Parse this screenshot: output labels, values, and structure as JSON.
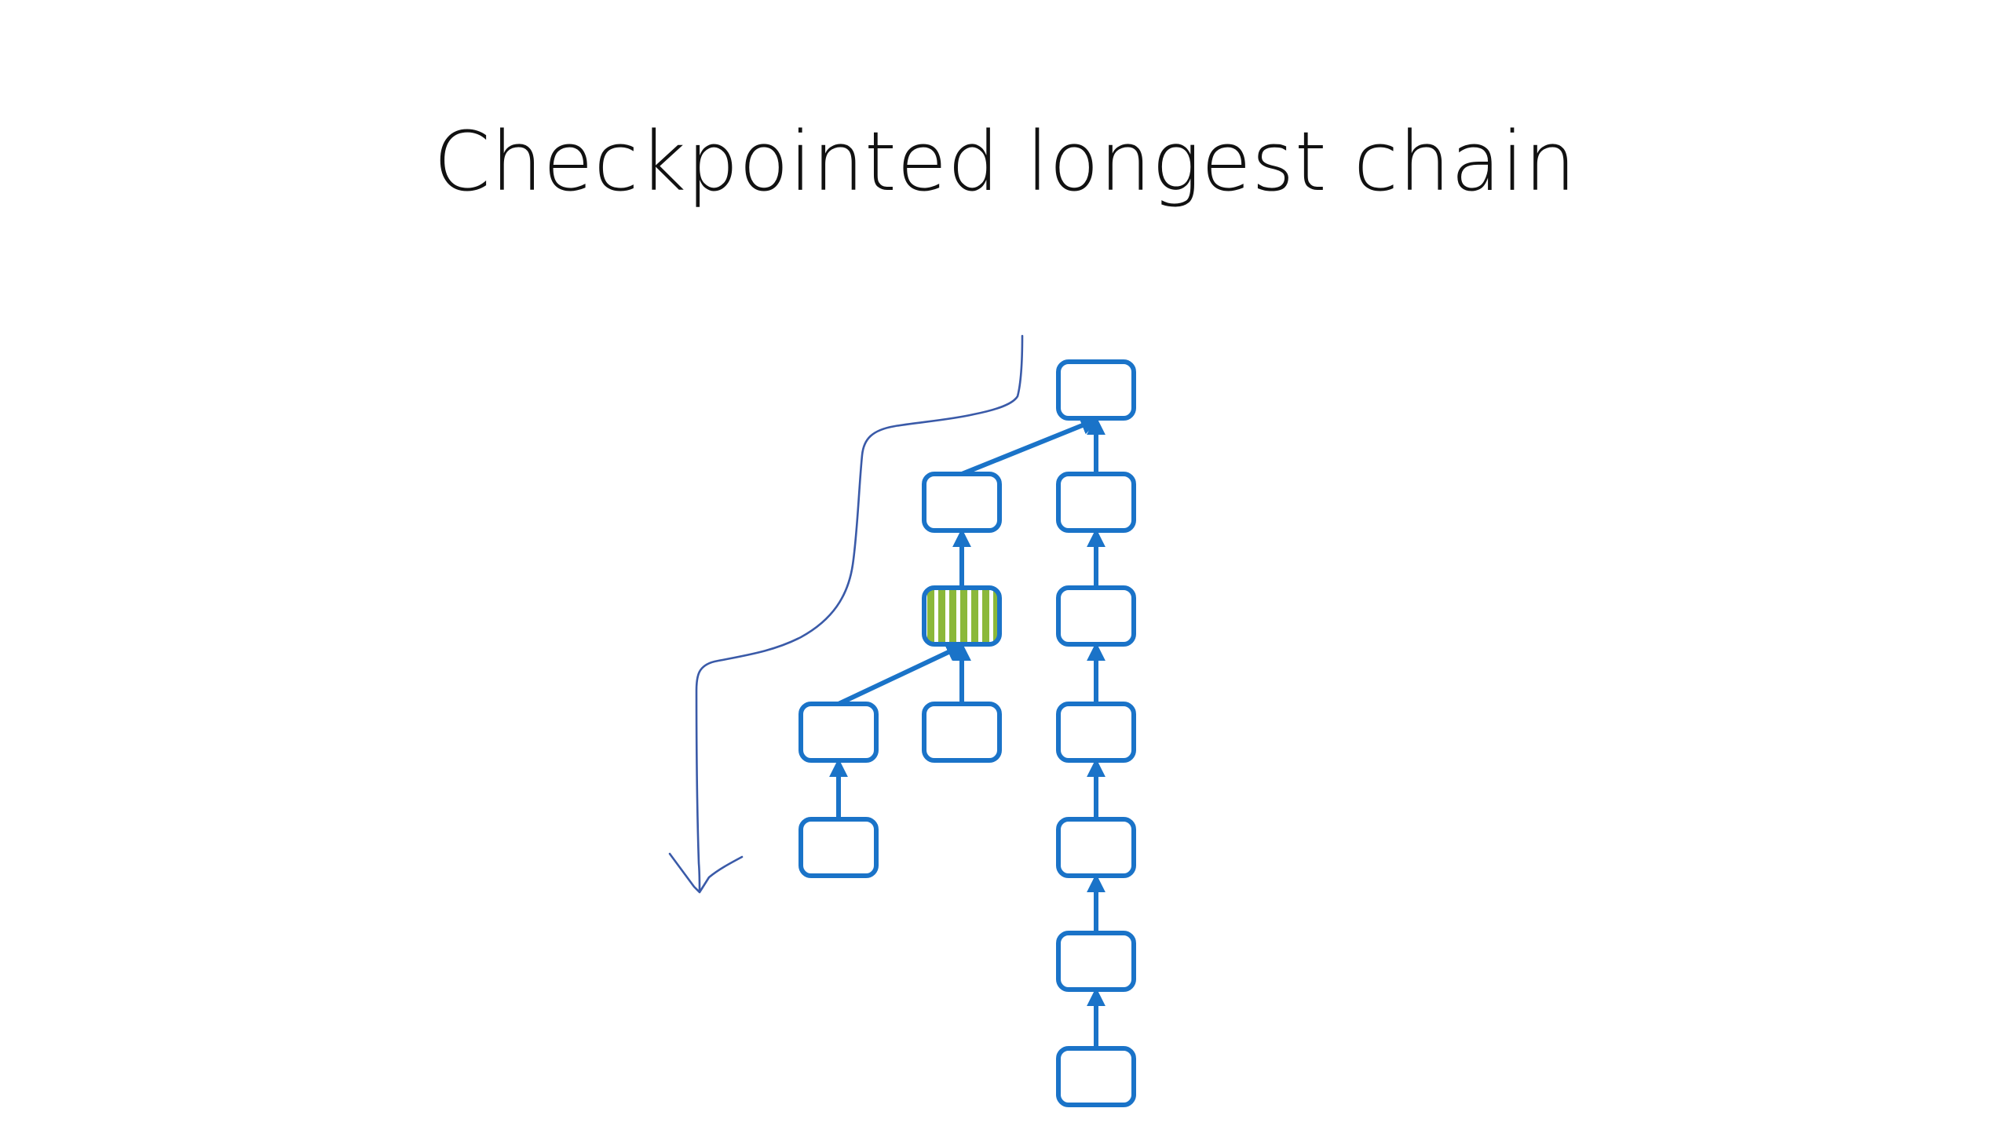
{
  "slide": {
    "title": "Checkpointed longest chain"
  },
  "colors": {
    "block_stroke": "#1a73c8",
    "arrow": "#1a73c8",
    "checkpoint_fill": "#8bb83a",
    "checkpoint_stripe": "#ffffff",
    "annotation_ink": "#3a5aa8",
    "title_text": "#111111",
    "background": "#ffffff"
  },
  "diagram": {
    "blocks": [
      {
        "id": "r0",
        "name": "block-main-top"
      },
      {
        "id": "r1",
        "name": "block-main-2"
      },
      {
        "id": "r2",
        "name": "block-main-3"
      },
      {
        "id": "r3",
        "name": "block-main-4"
      },
      {
        "id": "r4",
        "name": "block-main-5"
      },
      {
        "id": "r5",
        "name": "block-main-6"
      },
      {
        "id": "r6",
        "name": "block-main-bottom"
      },
      {
        "id": "m1",
        "name": "block-fork-top"
      },
      {
        "id": "m2",
        "name": "block-checkpoint",
        "checkpoint": true
      },
      {
        "id": "m3",
        "name": "block-fork-tip-right"
      },
      {
        "id": "l1",
        "name": "block-fork-left-upper"
      },
      {
        "id": "l2",
        "name": "block-fork-left-tip"
      }
    ],
    "edges": [
      {
        "from": "r1",
        "to": "r0"
      },
      {
        "from": "r2",
        "to": "r1"
      },
      {
        "from": "r3",
        "to": "r2"
      },
      {
        "from": "r4",
        "to": "r3"
      },
      {
        "from": "r5",
        "to": "r4"
      },
      {
        "from": "r6",
        "to": "r5"
      },
      {
        "from": "m1",
        "to": "r0"
      },
      {
        "from": "m2",
        "to": "m1"
      },
      {
        "from": "m3",
        "to": "m2"
      },
      {
        "from": "l1",
        "to": "m2"
      },
      {
        "from": "l2",
        "to": "l1"
      }
    ],
    "annotation": "hand-drawn-arrow"
  }
}
